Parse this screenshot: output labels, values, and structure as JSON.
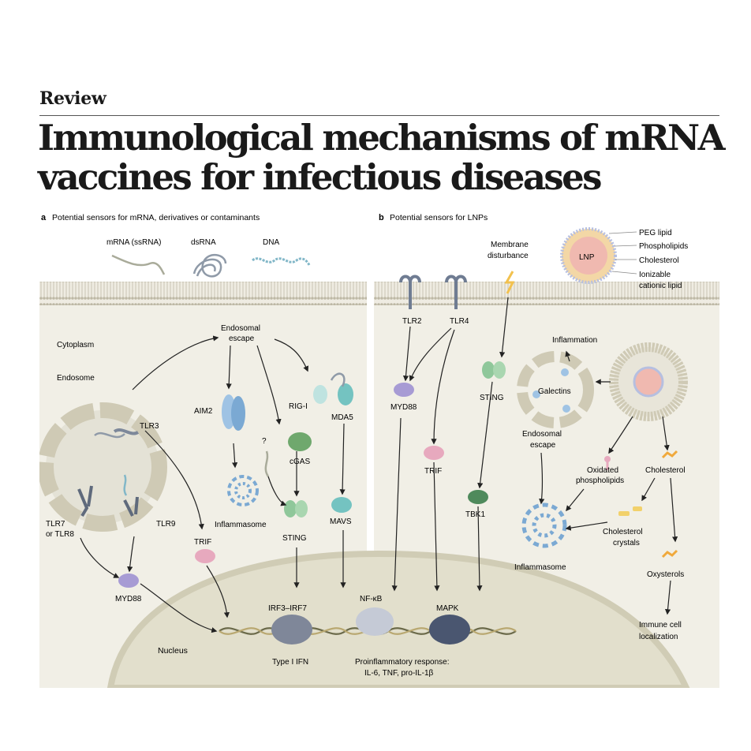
{
  "header": {
    "kicker": "Review",
    "title": "Immunological mechanisms of mRNA vaccines for infectious diseases"
  },
  "figure": {
    "panel_a": {
      "letter": "a",
      "heading": "Potential sensors for mRNA, derivatives or contaminants",
      "legend": [
        "mRNA (ssRNA)",
        "dsRNA",
        "DNA"
      ],
      "labels": {
        "cytoplasm": "Cytoplasm",
        "endosome": "Endosome",
        "endosomal_escape_1": "Endosomal",
        "endosomal_escape_2": "escape",
        "tlr3": "TLR3",
        "tlr78_1": "TLR7",
        "tlr78_2": "or TLR8",
        "tlr9": "TLR9",
        "aim2": "AIM2",
        "inflammasome": "Inflammasome",
        "question": "?",
        "cgas": "cGAS",
        "rigi": "RIG-I",
        "mda5": "MDA5",
        "sting": "STING",
        "mavs": "MAVS",
        "trif": "TRIF",
        "myd88": "MYD88",
        "nucleus": "Nucleus",
        "irf": "IRF3–IRF7",
        "nfkb": "NF-κB",
        "mapk": "MAPK",
        "type1ifn": "Type I IFN",
        "proinflam_1": "Proinflammatory response:",
        "proinflam_2": "IL-6, TNF, pro-IL-1β"
      }
    },
    "panel_b": {
      "letter": "b",
      "heading": "Potential sensors for LNPs",
      "labels": {
        "membrane_1": "Membrane",
        "membrane_2": "disturbance",
        "lnp": "LNP",
        "tlr2": "TLR2",
        "tlr4": "TLR4",
        "myd88": "MYD88",
        "trif": "TRIF",
        "sting": "STING",
        "tbk1": "TBK1",
        "inflammation": "Inflammation",
        "galectins": "Galectins",
        "endosomal_escape_1": "Endosomal",
        "endosomal_escape_2": "escape",
        "oxidated_1": "Oxidated",
        "oxidated_2": "phospholipids",
        "cholesterol": "Cholesterol",
        "crystals_1": "Cholesterol",
        "crystals_2": "crystals",
        "inflammasome": "Inflammasome",
        "oxysterols": "Oxysterols",
        "immune_1": "Immune cell",
        "immune_2": "localization"
      },
      "lnp_legend": [
        "PEG lipid",
        "Phospholipids",
        "Cholesterol",
        "Ionizable",
        "cationic lipid"
      ]
    },
    "colors": {
      "cytoplasm": "#f1efe6",
      "membrane": "#dcd8c8",
      "nucleus": "#e2dfcc",
      "receptor": "#7d889a",
      "myd88": "#a79bd4",
      "trif": "#e7a9be",
      "sting": "#8fc79a",
      "mavs": "#74c3c1",
      "tbk1": "#4f8a5c",
      "inflammasome": "#7ba9d3",
      "lnp": "#f0b9b0",
      "irf": "#7f8799",
      "mapk": "#4a5670"
    }
  }
}
